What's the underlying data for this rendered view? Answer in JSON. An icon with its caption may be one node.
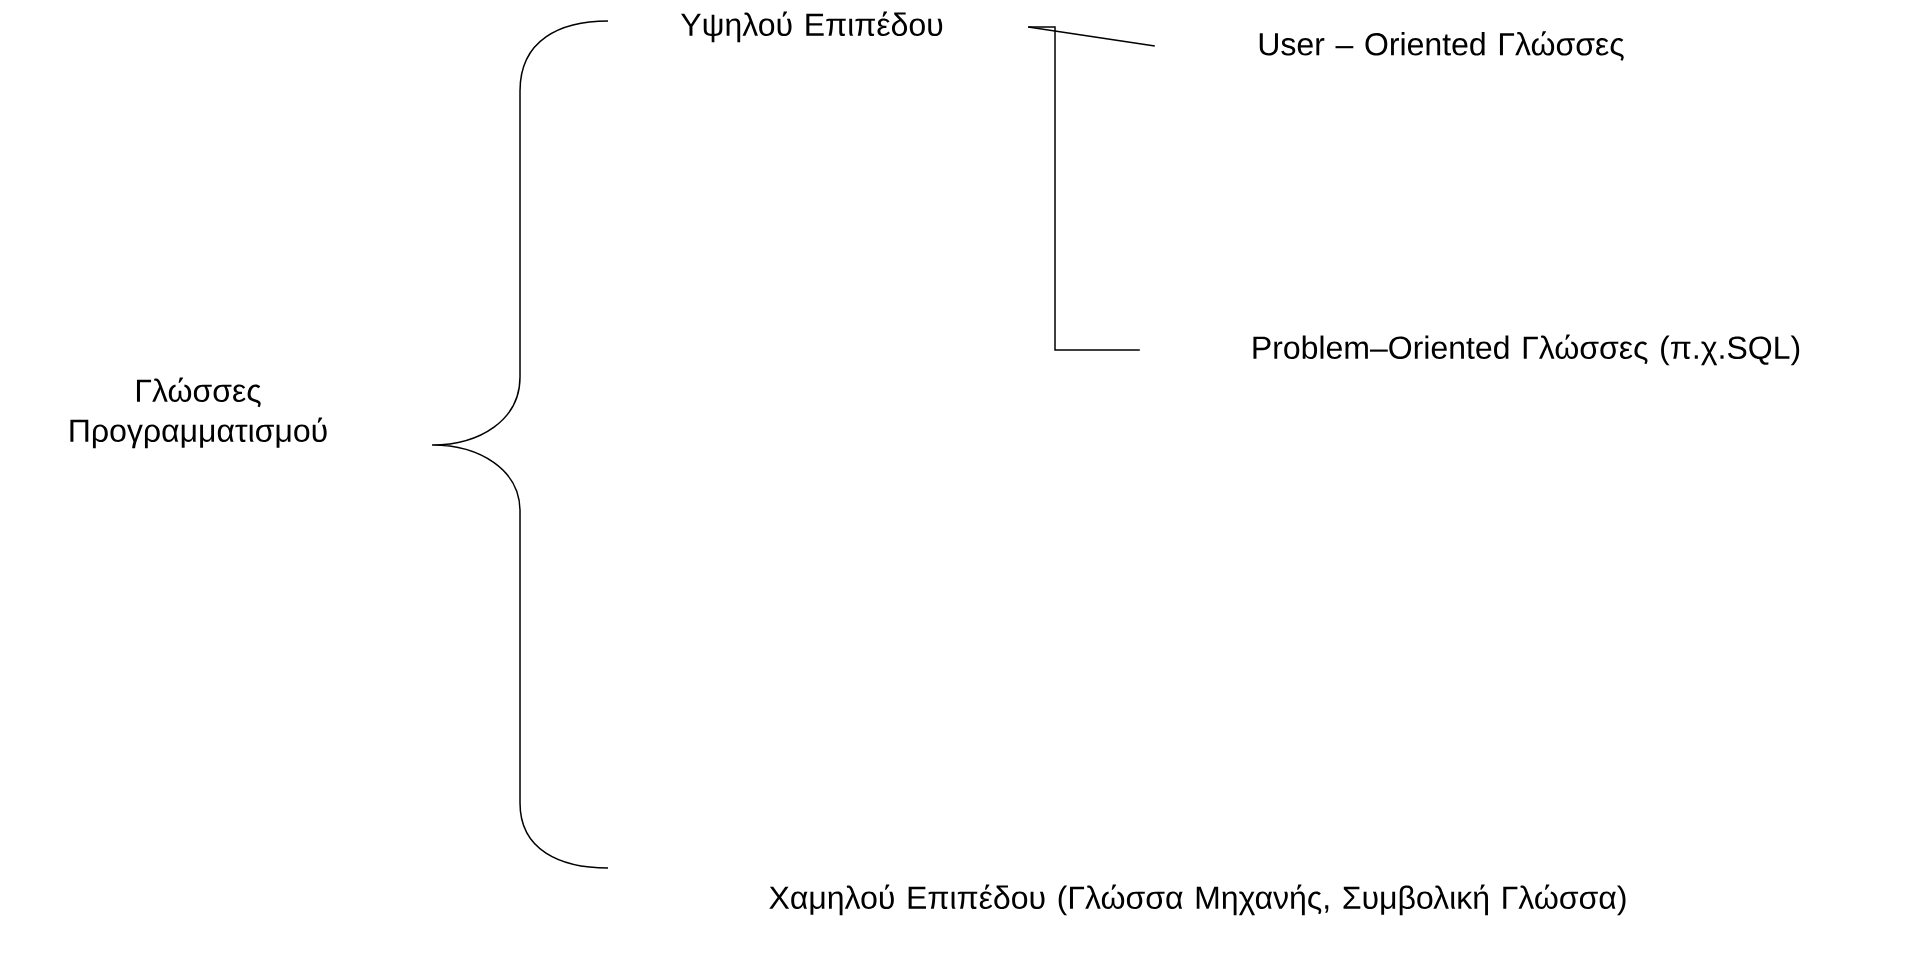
{
  "diagram": {
    "nodes": [
      {
        "text": [
          "Γλώσσες Προγραμματισμού"
        ]
      },
      {
        "text": [
          "Υψηλού Επιπέδου"
        ]
      },
      {
        "text": [
          "User – Oriented Γλώσσες"
        ]
      },
      {
        "text": [
          "Problem–Oriented Γλώσσες (π.χ.SQL)"
        ]
      },
      {
        "text": [
          "Χαμηλού Επιπέδου (Γλώσσα Μηχανής, Συμβολική Γλώσσα)"
        ]
      }
    ],
    "edges": [
      {
        "from": 1,
        "to": 2,
        "arrow": "none"
      },
      {
        "from": 1,
        "to": 3,
        "arrow": "none"
      }
    ]
  }
}
